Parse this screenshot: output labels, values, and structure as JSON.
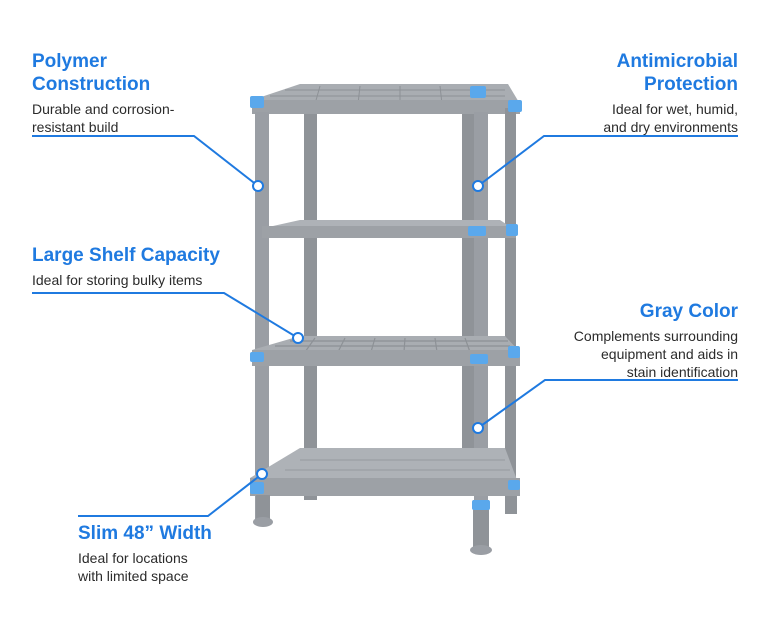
{
  "features": [
    {
      "id": "polymer",
      "title_lines": [
        "Polymer",
        "Construction"
      ],
      "desc_lines": [
        "Durable and corrosion-",
        "resistant build"
      ]
    },
    {
      "id": "antimicrobial",
      "title_lines": [
        "Antimicrobial",
        "Protection"
      ],
      "desc_lines": [
        "Ideal for wet, humid,",
        "and dry environments"
      ]
    },
    {
      "id": "capacity",
      "title_lines": [
        "Large Shelf Capacity"
      ],
      "desc_lines": [
        "Ideal for storing bulky items"
      ]
    },
    {
      "id": "gray",
      "title_lines": [
        "Gray Color"
      ],
      "desc_lines": [
        "Complements surrounding",
        "equipment and aids in",
        "stain identification"
      ]
    },
    {
      "id": "width",
      "title_lines": [
        "Slim 48” Width"
      ],
      "desc_lines": [
        "Ideal for locations",
        "with limited space"
      ]
    }
  ],
  "colors": {
    "accent": "#1f7ae0",
    "shelf": "#a7abb0",
    "shelf_dark": "#8d9196",
    "post": "#9a9ea4",
    "corner_cap": "#5aa8ec",
    "text": "#2b2b2b"
  }
}
